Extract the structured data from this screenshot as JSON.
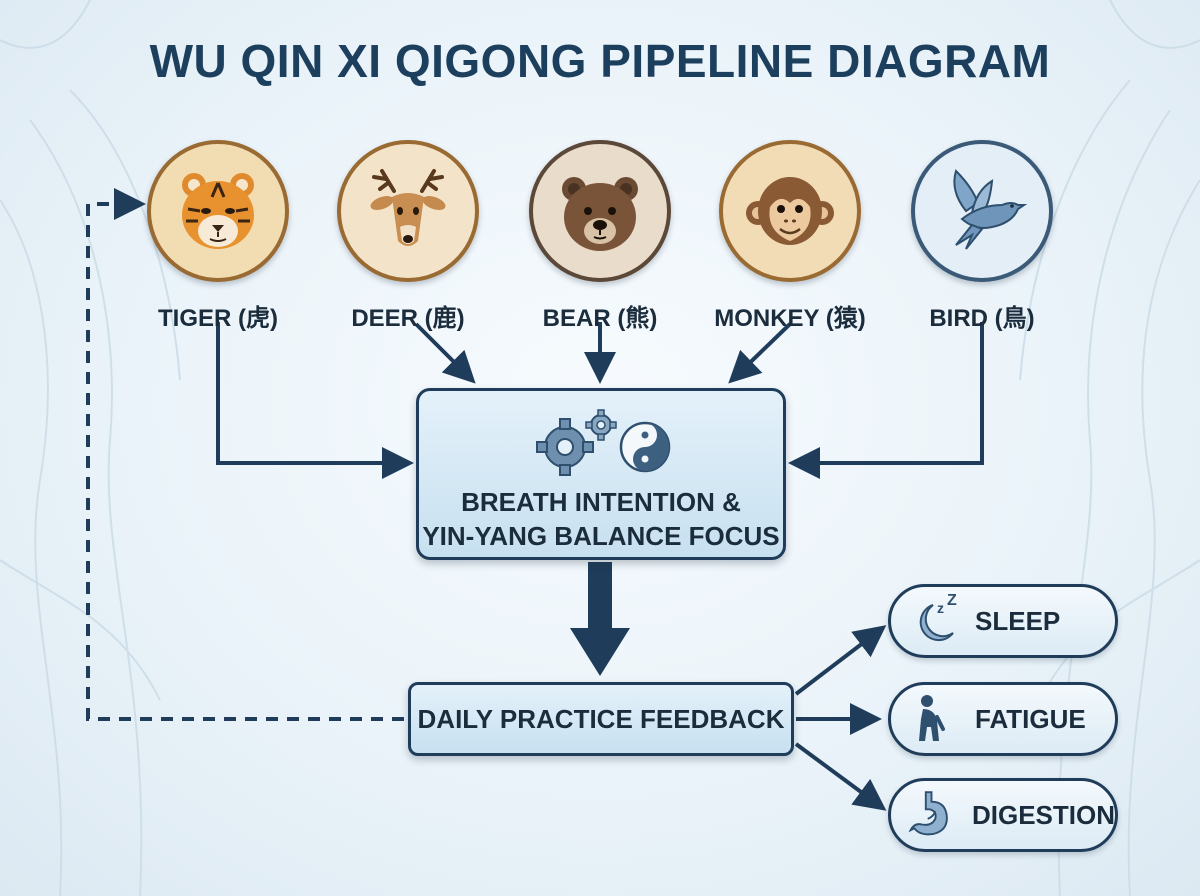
{
  "title": "WU QIN XI QIGONG PIPELINE DIAGRAM",
  "animals": [
    {
      "label": "TIGER (虎)",
      "icon": "tiger-icon"
    },
    {
      "label": "DEER (鹿)",
      "icon": "deer-icon"
    },
    {
      "label": "BEAR (熊)",
      "icon": "bear-icon"
    },
    {
      "label": "MONKEY (猿)",
      "icon": "monkey-icon"
    },
    {
      "label": "BIRD (鳥)",
      "icon": "bird-icon"
    }
  ],
  "center": {
    "line1": "BREATH INTENTION &",
    "line2": "YIN-YANG BALANCE FOCUS",
    "icons": [
      "gears-icon",
      "yin-yang-icon"
    ]
  },
  "feedback": {
    "label": "DAILY PRACTICE FEEDBACK"
  },
  "outcomes": [
    {
      "label": "SLEEP",
      "icon": "moon-sleep-icon"
    },
    {
      "label": "FATIGUE",
      "icon": "tired-person-icon"
    },
    {
      "label": "DIGESTION",
      "icon": "stomach-icon"
    }
  ],
  "colors": {
    "title": "#1d3f5e",
    "connector": "#1f3d5a",
    "box_fill": "#d3e7f4",
    "background": "#eaf3f9"
  }
}
